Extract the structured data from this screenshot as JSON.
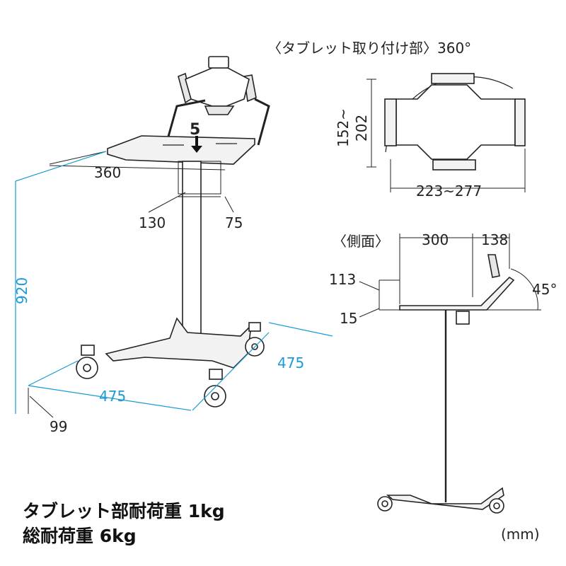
{
  "labels": {
    "tablet_section": "〈タブレット取り付け部〉360°",
    "side_section": "〈側面〉",
    "load_tablet": "タブレット部耐荷重 1kg",
    "load_total": "総耐荷重 6kg",
    "unit": "(mm)"
  },
  "dimensions": {
    "tray_width": "360",
    "column_width": "130",
    "column_depth": "75",
    "height": "920",
    "base_front": "475",
    "base_side": "475",
    "caster_height": "99",
    "tray_slope": "5",
    "tablet_height": "152~\n202",
    "tablet_height_a": "152~",
    "tablet_height_b": "202",
    "tablet_width": "223~277",
    "side_tray_depth": "300",
    "side_holder": "138",
    "side_lip": "113",
    "side_thickness": "15",
    "side_angle": "45°"
  },
  "colors": {
    "line": "#222222",
    "accent_blue": "#1a9bd7",
    "fill_gray": "#d8d8d8"
  }
}
